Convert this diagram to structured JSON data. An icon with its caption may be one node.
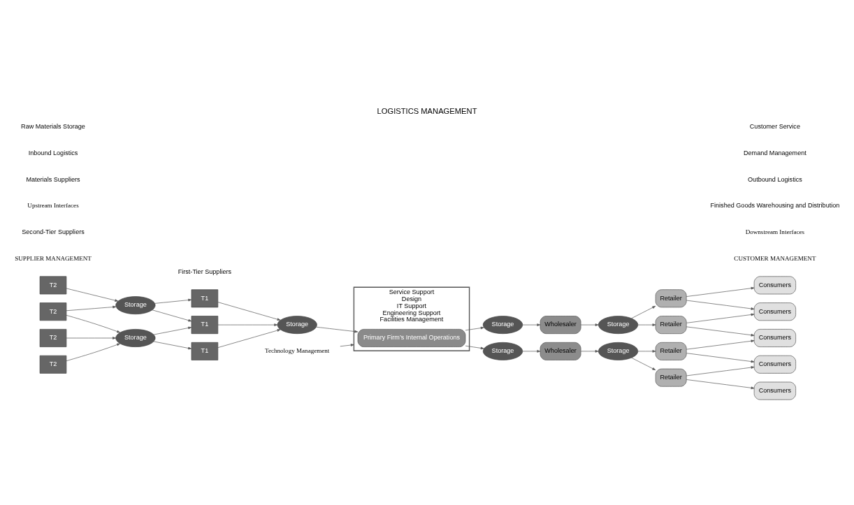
{
  "diagram": {
    "title": "LOGISTICS MANAGEMENT",
    "nodes": [
      {
        "text": [
          "Service Support",
          "Design",
          "IT Support",
          "Engineering Support",
          "Facilities Management"
        ]
      },
      {
        "text": [
          "Primary Firm’s Internal Operations"
        ],
        "in": 0
      },
      {
        "text": [
          "T2"
        ]
      },
      {
        "text": [
          "T2"
        ]
      },
      {
        "text": [
          "T2"
        ]
      },
      {
        "text": [
          "T2"
        ]
      },
      {
        "text": [
          "Storage"
        ]
      },
      {
        "text": [
          "Storage"
        ]
      },
      {
        "text": [
          "T1"
        ]
      },
      {
        "text": [
          "T1"
        ]
      },
      {
        "text": [
          "T1"
        ]
      },
      {
        "text": [
          "Storage"
        ]
      },
      {
        "text": [
          "Storage"
        ]
      },
      {
        "text": [
          "Storage"
        ]
      },
      {
        "text": [
          "Wholesaler"
        ]
      },
      {
        "text": [
          "Wholesaler"
        ]
      },
      {
        "text": [
          "Storage"
        ]
      },
      {
        "text": [
          "Storage"
        ]
      },
      {
        "text": [
          "Retailer"
        ]
      },
      {
        "text": [
          "Retailer"
        ]
      },
      {
        "text": [
          "Retailer"
        ]
      },
      {
        "text": [
          "Retailer"
        ]
      },
      {
        "text": [
          "Consumers"
        ]
      },
      {
        "text": [
          "Consumers"
        ]
      },
      {
        "text": [
          "Consumers"
        ]
      },
      {
        "text": [
          "Consumers"
        ]
      },
      {
        "text": [
          "Consumers"
        ]
      },
      {
        "text": [
          "Technology Management"
        ]
      }
    ],
    "edges": [
      {
        "from": 2,
        "to": 6,
        "arrow": "to"
      },
      {
        "from": 3,
        "to": 6,
        "arrow": "to"
      },
      {
        "from": 3,
        "to": 7,
        "arrow": "to"
      },
      {
        "from": 4,
        "to": 7,
        "arrow": "to"
      },
      {
        "from": 5,
        "to": 7,
        "arrow": "to"
      },
      {
        "from": 6,
        "to": 8,
        "arrow": "to"
      },
      {
        "from": 6,
        "to": 9,
        "arrow": "to"
      },
      {
        "from": 7,
        "to": 9,
        "arrow": "to"
      },
      {
        "from": 7,
        "to": 10,
        "arrow": "to"
      },
      {
        "from": 8,
        "to": 11,
        "arrow": "to"
      },
      {
        "from": 9,
        "to": 11,
        "arrow": "to"
      },
      {
        "from": 10,
        "to": 11,
        "arrow": "to"
      },
      {
        "from": 11,
        "to": 1,
        "arrow": "to"
      },
      {
        "from": 1,
        "to": 12,
        "arrow": "to"
      },
      {
        "from": 1,
        "to": 13,
        "arrow": "to"
      },
      {
        "from": 12,
        "to": 14,
        "arrow": "to"
      },
      {
        "from": 14,
        "to": 16,
        "arrow": "to"
      },
      {
        "from": 13,
        "to": 15,
        "arrow": "to"
      },
      {
        "from": 15,
        "to": 17,
        "arrow": "to"
      },
      {
        "from": 16,
        "to": 18,
        "arrow": "to"
      },
      {
        "from": 16,
        "to": 19,
        "arrow": "to"
      },
      {
        "from": 17,
        "to": 20,
        "arrow": "to"
      },
      {
        "from": 17,
        "to": 21,
        "arrow": "to"
      },
      {
        "from": 18,
        "to": 22,
        "arrow": "to"
      },
      {
        "from": 18,
        "to": 23,
        "arrow": "to"
      },
      {
        "from": 19,
        "to": 23,
        "arrow": "to"
      },
      {
        "from": 19,
        "to": 24,
        "arrow": "to"
      },
      {
        "from": 20,
        "to": 24,
        "arrow": "to"
      },
      {
        "from": 20,
        "to": 25,
        "arrow": "to"
      },
      {
        "from": 21,
        "to": 25,
        "arrow": "to"
      },
      {
        "from": 21,
        "to": 26,
        "arrow": "to"
      },
      {
        "from": 27,
        "to": 0,
        "arrow": "to"
      }
    ],
    "labels": [
      "SUPPLIER MANAGEMENT",
      "CUSTOMER MANAGEMENT",
      "Second-Tier Suppliers",
      "First-Tier Suppliers",
      "Upstream Interfaces",
      "Materials Suppliers",
      "Inbound Logistics",
      "Raw Materials Storage",
      "Downstream Interfaces",
      "Finished Goods Warehousing and Distribution",
      "Outbound Logistics",
      "Demand Management",
      "Customer Service"
    ]
  }
}
